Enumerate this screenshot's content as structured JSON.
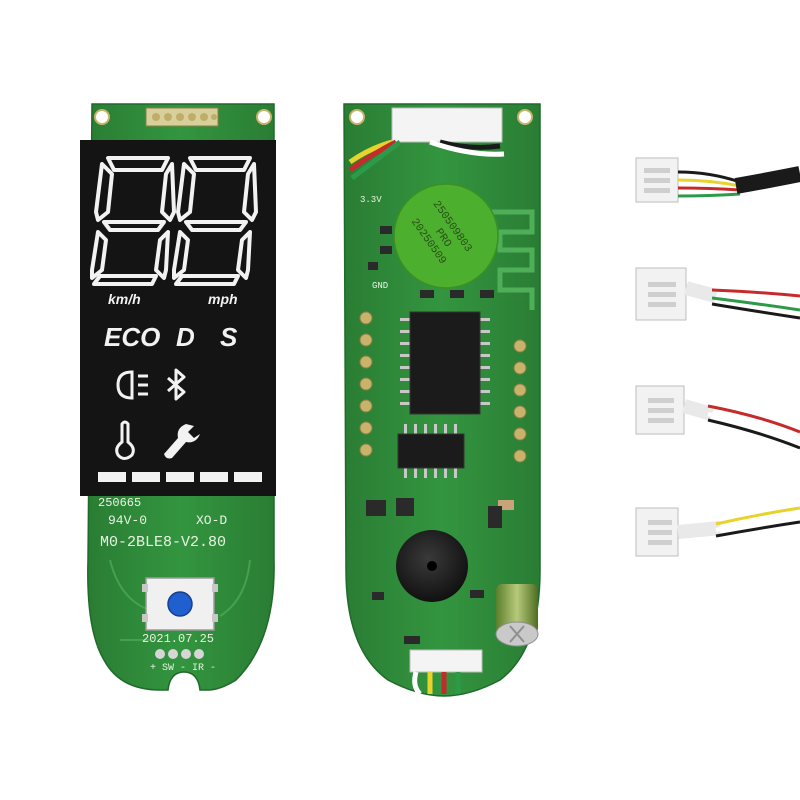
{
  "display": {
    "digits": "88",
    "unit_left": "km/h",
    "unit_right": "mph",
    "mode_eco": "ECO",
    "mode_d": "D",
    "mode_s": "S"
  },
  "front_board": {
    "silk_line1": "250665",
    "silk_line2": "94V-0",
    "silk_line3": "XO-D",
    "model": "M0-2BLE8-V2.80",
    "date": "2021.07.25",
    "pins": "+ SW - IR -"
  },
  "back_board": {
    "label_serial": "250509803",
    "label_code": "PRO",
    "label_date": "20250509",
    "silk_33v": "3.3V",
    "silk_gnd": "GND"
  },
  "colors": {
    "pcb_green": "#2e8b3a",
    "display_black": "#141414",
    "segment_white": "#f2f2f2",
    "label_green": "#4caf2e",
    "button_blue": "#1f5fcf"
  }
}
